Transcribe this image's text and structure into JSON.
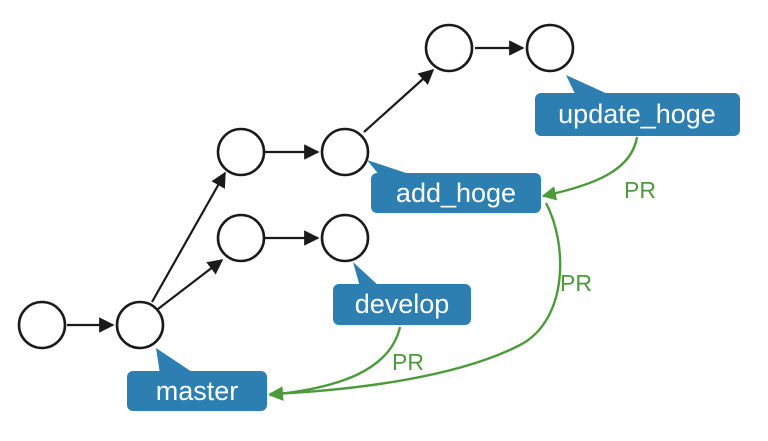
{
  "nodes": [
    {
      "id": "c1"
    },
    {
      "id": "c2"
    },
    {
      "id": "c3"
    },
    {
      "id": "c4"
    },
    {
      "id": "c5"
    },
    {
      "id": "c6"
    },
    {
      "id": "c7"
    },
    {
      "id": "c8"
    }
  ],
  "branches": {
    "master": "master",
    "develop": "develop",
    "add_hoge": "add_hoge",
    "update_hoge": "update_hoge"
  },
  "pull_requests": [
    {
      "from": "update_hoge",
      "to": "add_hoge",
      "label": "PR"
    },
    {
      "from": "add_hoge",
      "to": "master",
      "label": "PR"
    },
    {
      "from": "develop",
      "to": "master",
      "label": "PR"
    }
  ],
  "colors": {
    "branch_label": "#2e7fb1",
    "pr_arrow": "#4c9a3c",
    "commit_stroke": "#1a1a1a"
  }
}
